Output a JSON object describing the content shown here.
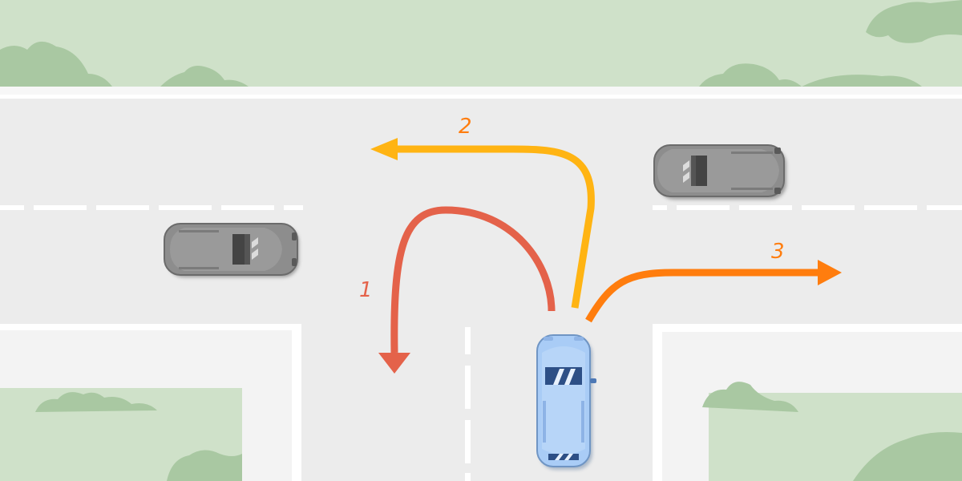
{
  "colors": {
    "grass": "#cfe1c9",
    "bush": "#a9c8a2",
    "road": "#ececec",
    "sidewalk": "#f6f6f6",
    "curb": "#ffffff",
    "route_1": "#e4624a",
    "route_2": "#ffb413",
    "route_3": "#ff7d0e",
    "car_grey": "#8d8d8d",
    "car_blue": "#a9ccf6"
  },
  "routes": [
    {
      "id": "route-1",
      "label": "1",
      "meaning": "u-turn"
    },
    {
      "id": "route-2",
      "label": "2",
      "meaning": "left-turn"
    },
    {
      "id": "route-3",
      "label": "3",
      "meaning": "right-turn"
    }
  ],
  "vehicles": [
    {
      "id": "own-car",
      "color_key": "car_blue"
    },
    {
      "id": "oncoming-car",
      "color_key": "car_grey"
    },
    {
      "id": "cross-traffic-car",
      "color_key": "car_grey"
    }
  ]
}
